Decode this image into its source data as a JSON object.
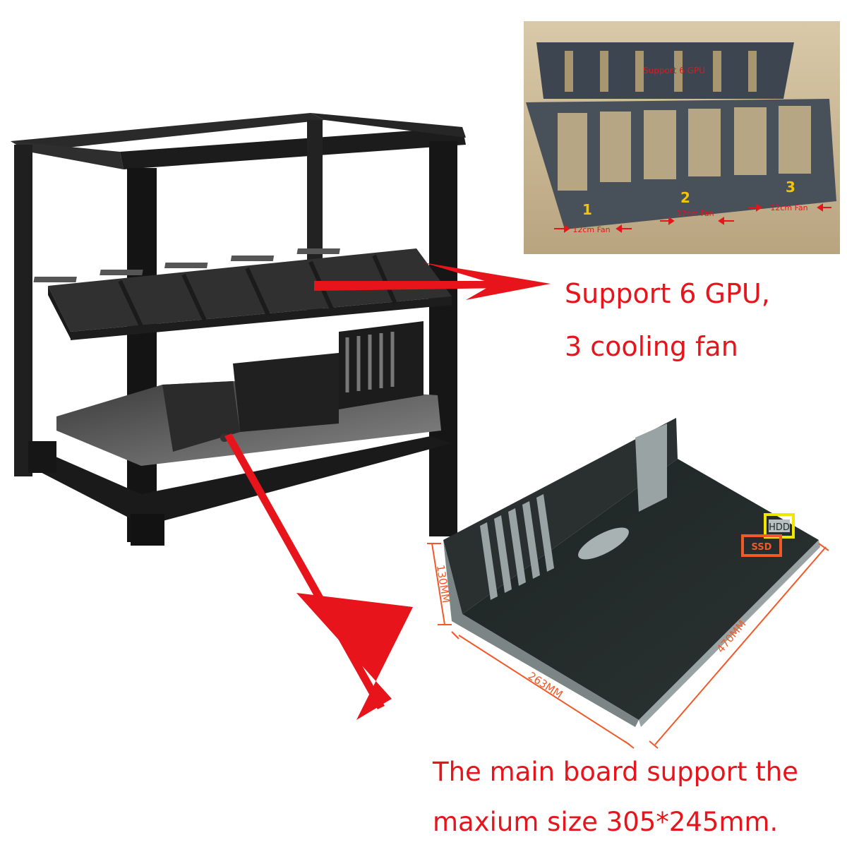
{
  "photo_inset": {
    "label_top": "Support 6 GPU",
    "fan_numbers": [
      "1",
      "2",
      "3"
    ],
    "fan_label": "12cm Fan"
  },
  "callout_gpu": {
    "line1": "Support 6 GPU,",
    "line2": "3 cooling fan"
  },
  "tray": {
    "hdd_label": "HDD",
    "ssd_label": "SSD",
    "dim_height": "130MM",
    "dim_width": "263MM",
    "dim_length": "470MM"
  },
  "callout_mainboard": {
    "line1": "The main board support the",
    "line2": "maxium size 305*245mm."
  },
  "colors": {
    "accent_red": "#e8141b",
    "frame_black": "#1a1a1a",
    "dimension_orange": "#f05a28",
    "hdd_box_yellow": "#f2e600"
  }
}
